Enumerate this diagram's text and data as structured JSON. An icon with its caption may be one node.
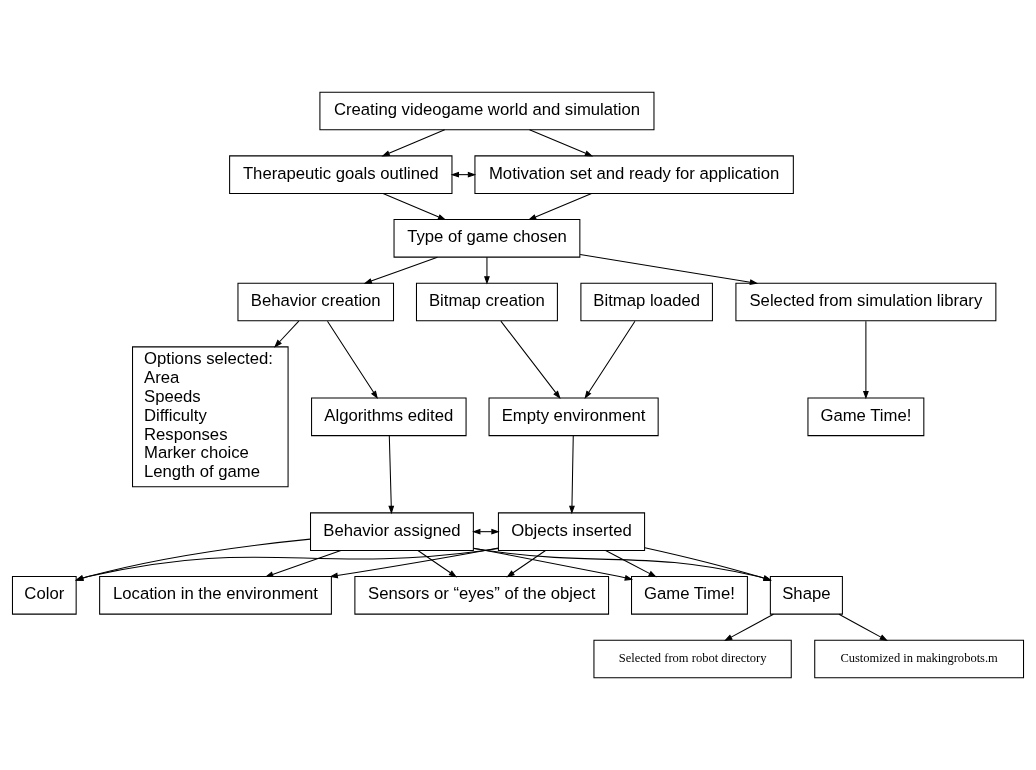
{
  "diagram": {
    "nodes": [
      {
        "text": [
          "Creating videogame world and simulation"
        ]
      },
      {
        "text": [
          "Therapeutic goals outlined"
        ]
      },
      {
        "text": [
          "Motivation set and ready for application"
        ]
      },
      {
        "text": [
          "Type of game chosen"
        ]
      },
      {
        "text": [
          "Selected from simulation library"
        ]
      },
      {
        "text": [
          "Game Time!"
        ]
      },
      {
        "text": [
          "Behavior creation"
        ]
      },
      {
        "text": [
          "Bitmap creation"
        ]
      },
      {
        "text": [
          "Algorithms edited"
        ]
      },
      {
        "text": [
          "Bitmap loaded"
        ]
      },
      {
        "text": [
          "Empty environment"
        ]
      },
      {
        "text": [
          "Options selected:",
          "Area",
          "Speeds",
          "Difficulty",
          "Responses",
          "Marker choice",
          "Length of game"
        ]
      },
      {
        "text": [
          "Behavior assigned"
        ]
      },
      {
        "text": [
          "Objects inserted"
        ]
      },
      {
        "text": [
          "Shape"
        ]
      },
      {
        "text": [
          "Selected from robot directory"
        ]
      },
      {
        "text": [
          "Customized in makingrobots.m"
        ]
      },
      {
        "text": [
          "Color"
        ]
      },
      {
        "text": [
          "Location in the environment"
        ]
      },
      {
        "text": [
          "Sensors or “eyes” of the object"
        ]
      },
      {
        "text": [
          "Game Time!"
        ]
      }
    ],
    "edges": [
      {
        "from": 0,
        "to": 1,
        "arrow": "to"
      },
      {
        "from": 0,
        "to": 2,
        "arrow": "to"
      },
      {
        "from": 1,
        "to": 2,
        "arrow": "both"
      },
      {
        "from": 1,
        "to": 3,
        "arrow": "to"
      },
      {
        "from": 2,
        "to": 3,
        "arrow": "to"
      },
      {
        "from": 3,
        "to": 4,
        "arrow": "to"
      },
      {
        "from": 4,
        "to": 5,
        "arrow": "to"
      },
      {
        "from": 3,
        "to": 6,
        "arrow": "to"
      },
      {
        "from": 3,
        "to": 7,
        "arrow": "to"
      },
      {
        "from": 6,
        "to": 11,
        "arrow": "to"
      },
      {
        "from": 6,
        "to": 8,
        "arrow": "to"
      },
      {
        "from": 8,
        "to": 12,
        "arrow": "to"
      },
      {
        "from": 7,
        "to": 10,
        "arrow": "to"
      },
      {
        "from": 9,
        "to": 10,
        "arrow": "to"
      },
      {
        "from": 10,
        "to": 13,
        "arrow": "to"
      },
      {
        "from": 12,
        "to": 13,
        "arrow": "both"
      },
      {
        "from": 12,
        "to": 14,
        "arrow": "to"
      },
      {
        "from": 13,
        "to": 14,
        "arrow": "to"
      },
      {
        "from": 12,
        "to": 17,
        "arrow": "to"
      },
      {
        "from": 13,
        "to": 17,
        "arrow": "to"
      },
      {
        "from": 12,
        "to": 18,
        "arrow": "to"
      },
      {
        "from": 13,
        "to": 18,
        "arrow": "to"
      },
      {
        "from": 12,
        "to": 19,
        "arrow": "to"
      },
      {
        "from": 13,
        "to": 19,
        "arrow": "to"
      },
      {
        "from": 12,
        "to": 20,
        "arrow": "to"
      },
      {
        "from": 13,
        "to": 20,
        "arrow": "to"
      },
      {
        "from": 14,
        "to": 15,
        "arrow": "to"
      },
      {
        "from": 14,
        "to": 16,
        "arrow": "to"
      }
    ]
  }
}
